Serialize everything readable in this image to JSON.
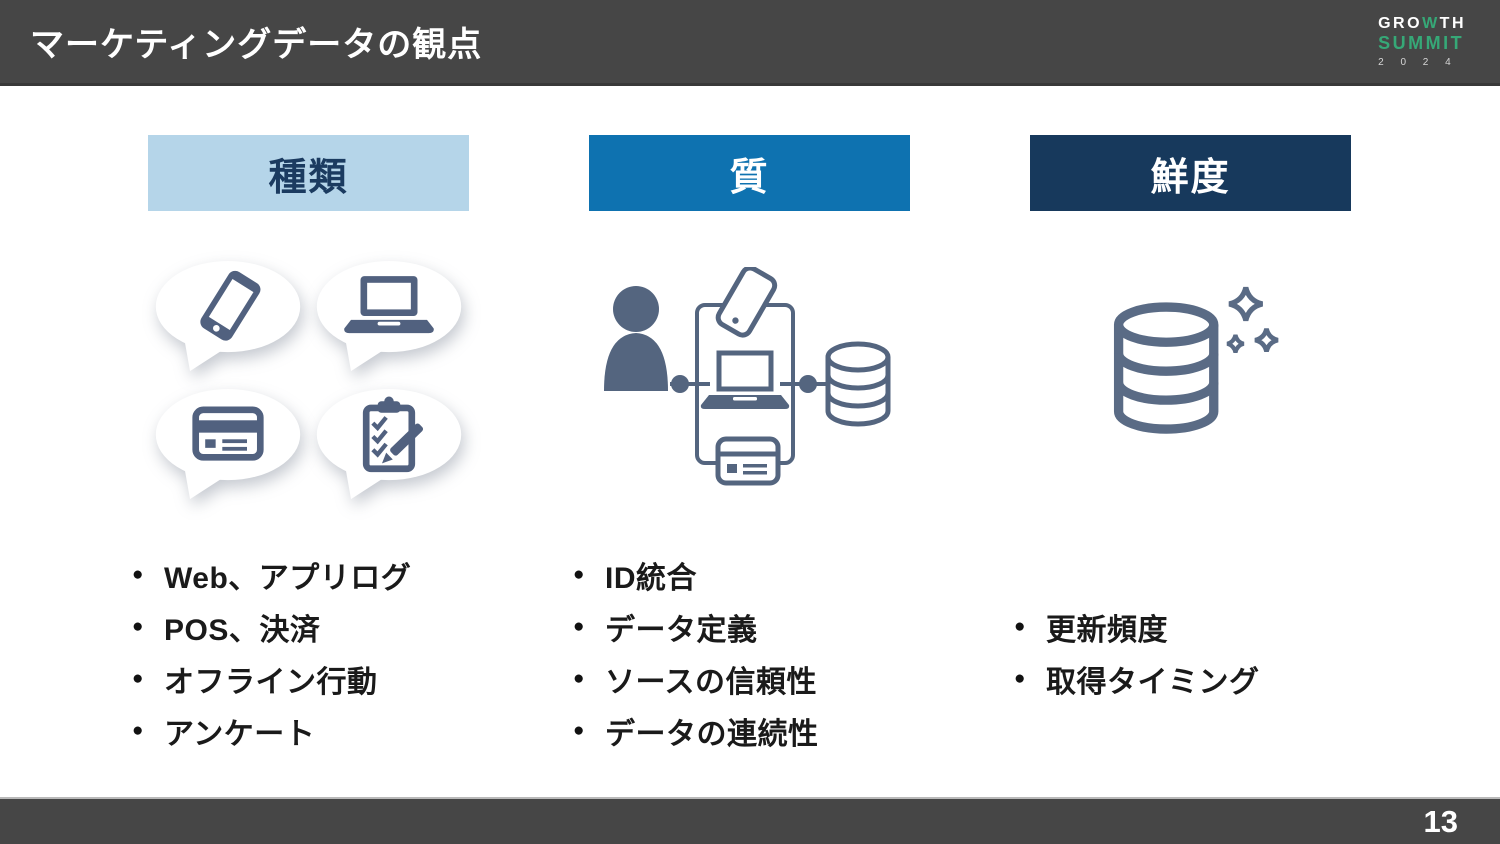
{
  "header": {
    "title": "マーケティングデータの観点",
    "logo": {
      "growth_pre": "GRO",
      "growth_w": "W",
      "growth_post": "TH",
      "summit": "SUMMIT",
      "year": "2 0 2 4"
    }
  },
  "bullets": {
    "glyph": "●"
  },
  "columns": [
    {
      "header": "種類",
      "icons": [
        "smartphone-bubble-icon",
        "laptop-bubble-icon",
        "credit-card-bubble-icon",
        "survey-clipboard-bubble-icon"
      ],
      "items": [
        "Web、アプリログ",
        "POS、決済",
        "オフライン行動",
        "アンケート"
      ]
    },
    {
      "header": "質",
      "icons": [
        "user-devices-database-diagram-icon"
      ],
      "items": [
        "ID統合",
        "データ定義",
        "ソースの信頼性",
        "データの連続性"
      ]
    },
    {
      "header": "鮮度",
      "icons": [
        "sparkling-database-icon"
      ],
      "items": [
        "更新頻度",
        "取得タイミング"
      ]
    }
  ],
  "footer": {
    "page_number": "13"
  },
  "colors": {
    "header_bg": "#464646",
    "footer_bg": "#464646",
    "type_header_bg": "#b5d5e9",
    "type_header_text": "#1b3b60",
    "quality_header_bg": "#0e72b0",
    "freshness_header_bg": "#17395c",
    "header_text_light": "#ffffff",
    "icon_color": "#51617f",
    "logo_green": "#36a877",
    "body_text": "#1a1a1a"
  }
}
